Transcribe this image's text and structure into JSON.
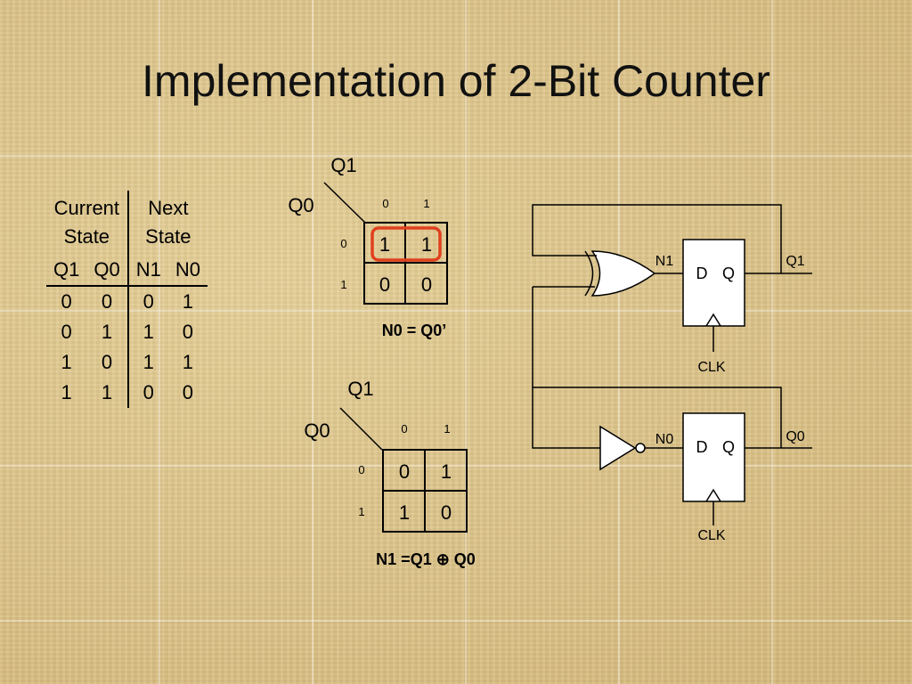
{
  "title": "Implementation of 2-Bit Counter",
  "state_table": {
    "group_headers": [
      "Current\nState",
      "Next\nState"
    ],
    "columns": [
      "Q1",
      "Q0",
      "N1",
      "N0"
    ],
    "rows": [
      [
        "0",
        "0",
        "0",
        "1"
      ],
      [
        "0",
        "1",
        "1",
        "0"
      ],
      [
        "1",
        "0",
        "1",
        "1"
      ],
      [
        "1",
        "1",
        "0",
        "0"
      ]
    ]
  },
  "kmap_n0": {
    "col_var": "Q1",
    "row_var": "Q0",
    "col_labels": [
      "0",
      "1"
    ],
    "row_labels": [
      "0",
      "1"
    ],
    "cells": [
      [
        "1",
        "1"
      ],
      [
        "0",
        "0"
      ]
    ],
    "equation": "N0 = Q0’",
    "group_color": "#e0401e"
  },
  "kmap_n1": {
    "col_var": "Q1",
    "row_var": "Q0",
    "col_labels": [
      "0",
      "1"
    ],
    "row_labels": [
      "0",
      "1"
    ],
    "cells": [
      [
        "0",
        "1"
      ],
      [
        "1",
        "0"
      ]
    ],
    "equation": "N1 =Q1 ⊕ Q0"
  },
  "circuit": {
    "ff1": {
      "d_label": "D",
      "q_label": "Q",
      "input_signal": "N1",
      "output_signal": "Q1",
      "clock_label": "CLK"
    },
    "ff0": {
      "d_label": "D",
      "q_label": "Q",
      "input_signal": "N0",
      "output_signal": "Q0",
      "clock_label": "CLK"
    },
    "gates": [
      "xor-gate",
      "not-gate"
    ]
  }
}
